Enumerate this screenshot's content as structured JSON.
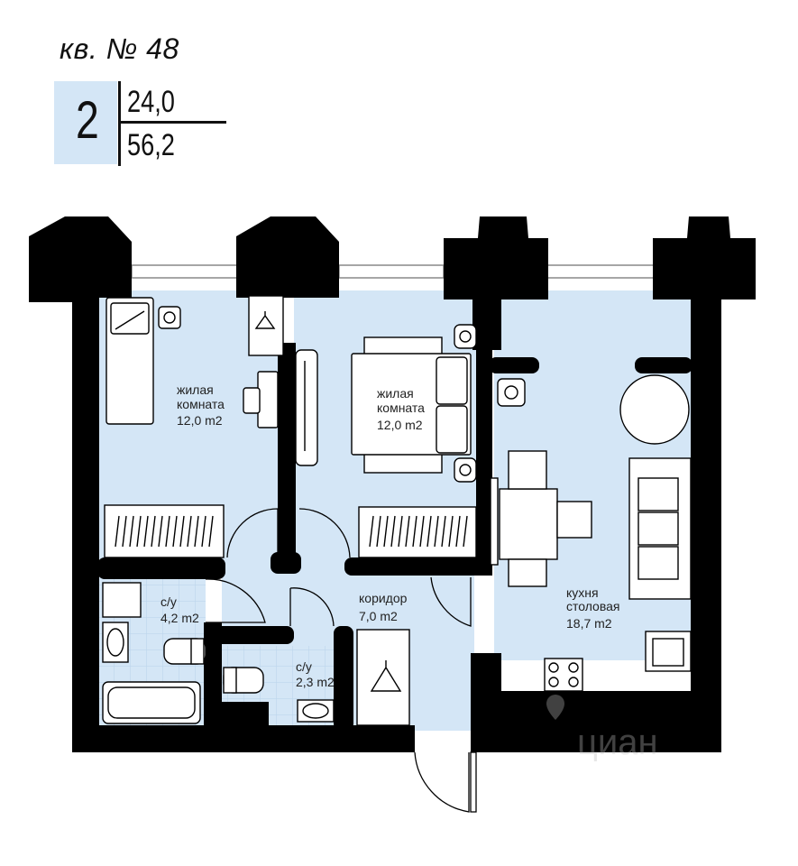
{
  "apartment": {
    "title": "кв. № 48",
    "rooms": "2",
    "living_area": "24,0",
    "total_area": "56,2"
  },
  "rooms": {
    "room1": {
      "name_line1": "жилая",
      "name_line2": "комната",
      "area": "12,0 m2"
    },
    "room2": {
      "name_line1": "жилая",
      "name_line2": "комната",
      "area": "12,0 m2"
    },
    "kitchen": {
      "name_line1": "кухня",
      "name_line2": "столовая",
      "area": "18,7 m2"
    },
    "corridor": {
      "name": "коридор",
      "area": "7,0 m2"
    },
    "bath1": {
      "name": "с/у",
      "area": "4,2 m2"
    },
    "bath2": {
      "name": "с/у",
      "area": "2,3 m2"
    }
  },
  "watermark": {
    "text": "циан"
  },
  "colors": {
    "wall": "#000000",
    "floor": "#d4e6f6",
    "tile_lines": "#b9d3ea"
  }
}
